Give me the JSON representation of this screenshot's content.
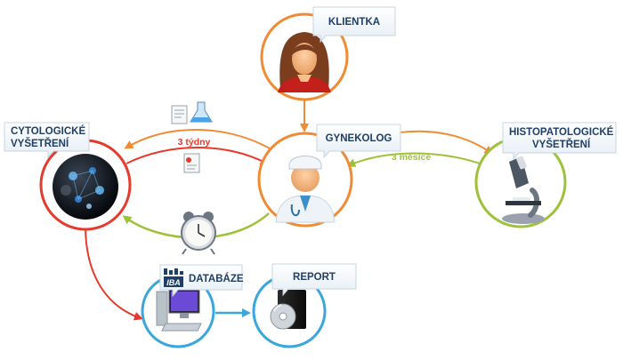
{
  "nodes": {
    "klientka": {
      "label": "KLIENTKA",
      "ring_color": "#f08a33"
    },
    "gynekolog": {
      "label": "GYNEKOLOG",
      "ring_color": "#f08a33"
    },
    "cytology": {
      "label_line1": "CYTOLOGICKÉ",
      "label_line2": "VYŠETŘENÍ",
      "ring_color": "#e53a2c"
    },
    "histopathology": {
      "label_line1": "HISTOPATOLOGICKÉ",
      "label_line2": "VYŠETŘENÍ",
      "ring_color": "#9dc23a"
    },
    "database": {
      "label": "DATABÁZE",
      "logo_text": "IBA",
      "ring_color": "#3aa7dc"
    },
    "report": {
      "label": "REPORT",
      "ring_color": "#3aa7dc"
    }
  },
  "edges": {
    "cytology_to_gynekolog_time": "3 týdny",
    "histopathology_to_gynekolog_time": "3 měsíce"
  },
  "icons": {
    "klientka": "woman-avatar-icon",
    "gynekolog": "doctor-icon",
    "cytology": "cell-image-icon",
    "histopathology": "microscope-icon",
    "database": "computer-icon",
    "report": "cd-case-icon",
    "form": "document-form-icon",
    "flask": "flask-icon",
    "alarm": "alarm-clock-icon"
  },
  "colors": {
    "orange": "#f08a33",
    "red": "#e53a2c",
    "green": "#9dc23a",
    "blue": "#3aa7dc",
    "label_text": "#1f3f66"
  }
}
